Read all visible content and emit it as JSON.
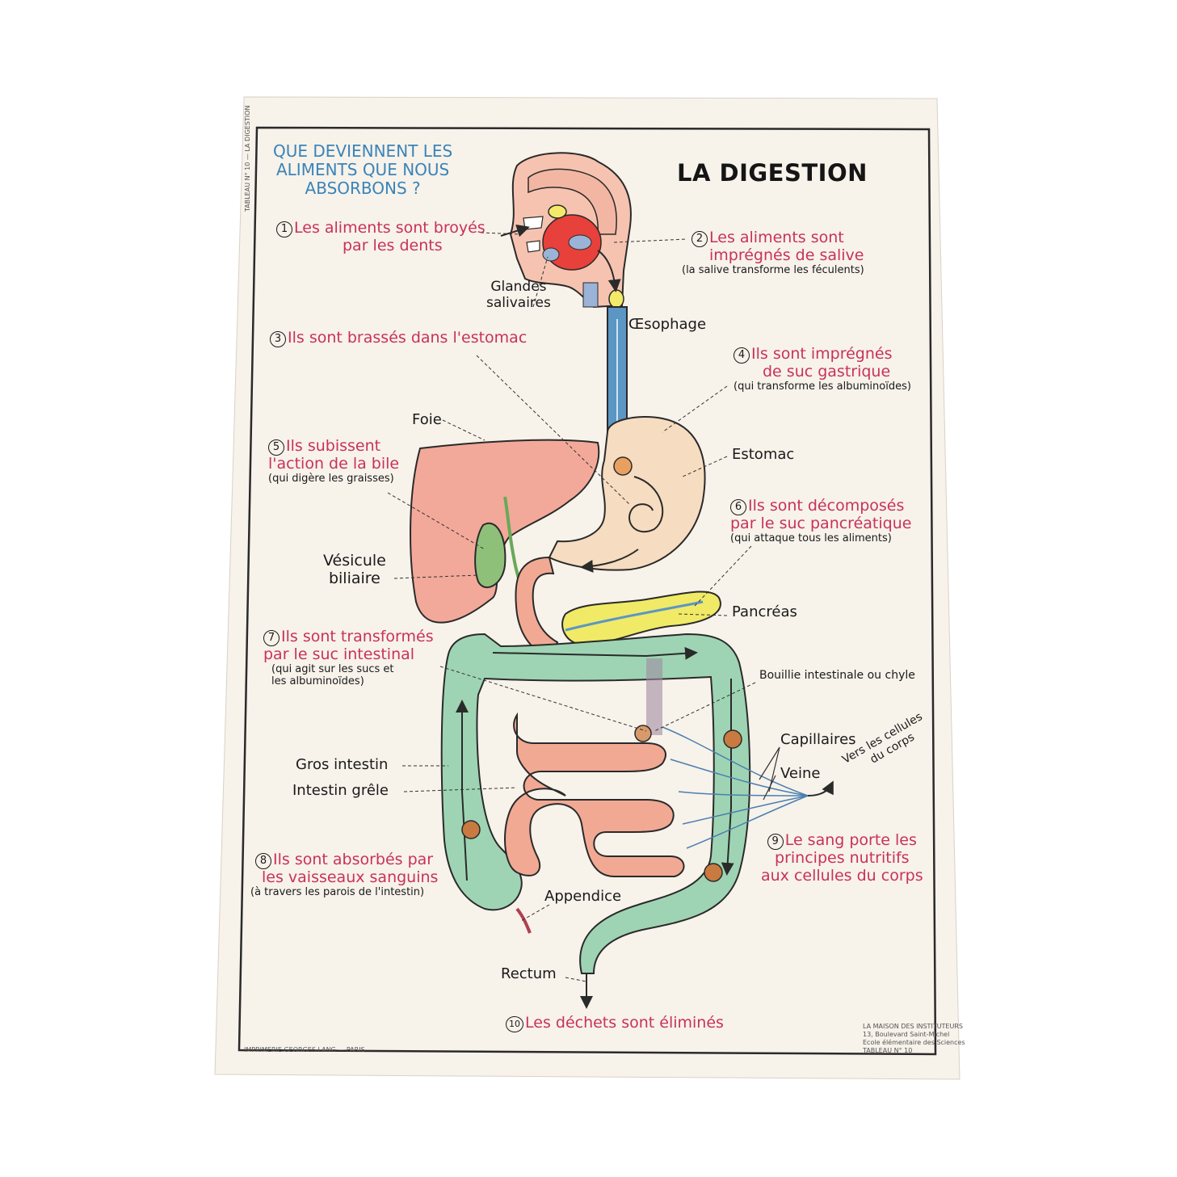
{
  "header": {
    "question": [
      "QUE DEVIENNENT LES",
      "ALIMENTS QUE NOUS",
      "ABSORBONS ?"
    ],
    "title": "LA DIGESTION",
    "side_text": "TABLEAU N° 10 — LA DIGESTION"
  },
  "steps": [
    {
      "num": "1",
      "lines": [
        "Les aliments sont broyés",
        "par les dents"
      ],
      "note": []
    },
    {
      "num": "2",
      "lines": [
        "Les aliments sont",
        "imprégnés de salive"
      ],
      "note": [
        "(la salive transforme les féculents)"
      ]
    },
    {
      "num": "3",
      "lines": [
        "Ils sont brassés dans l'estomac"
      ],
      "note": []
    },
    {
      "num": "4",
      "lines": [
        "Ils sont imprégnés",
        "de suc gastrique"
      ],
      "note": [
        "(qui transforme les albuminoïdes)"
      ]
    },
    {
      "num": "5",
      "lines": [
        "Ils subissent",
        "l'action de la bile"
      ],
      "note": [
        "(qui digère les graisses)"
      ]
    },
    {
      "num": "6",
      "lines": [
        "Ils sont décomposés",
        "par le suc pancréatique"
      ],
      "note": [
        "(qui attaque tous les aliments)"
      ]
    },
    {
      "num": "7",
      "lines": [
        "Ils sont transformés",
        "par le suc intestinal"
      ],
      "note": [
        "(qui agit sur les sucs et",
        "les albuminoïdes)"
      ]
    },
    {
      "num": "8",
      "lines": [
        "Ils sont absorbés par",
        "les vaisseaux sanguins"
      ],
      "note": [
        "(à travers les parois de l'intestin)"
      ]
    },
    {
      "num": "9",
      "lines": [
        "Le sang porte les",
        "principes nutritifs",
        "aux cellules du corps"
      ],
      "note": []
    },
    {
      "num": "10",
      "lines": [
        "Les déchets sont éliminés"
      ],
      "note": []
    }
  ],
  "organs": {
    "glandes": [
      "Glandes",
      "salivaires"
    ],
    "oesophage": "Œsophage",
    "foie": "Foie",
    "estomac": "Estomac",
    "vesicule": [
      "Vésicule",
      "biliaire"
    ],
    "pancreas": "Pancréas",
    "bouillie": "Bouillie intestinale ou chyle",
    "capillaires": "Capillaires",
    "veine": "Veine",
    "vers": [
      "Vers les cellules",
      "du corps"
    ],
    "gros": "Gros intestin",
    "grele": "Intestin grêle",
    "appendice": "Appendice",
    "rectum": "Rectum"
  },
  "footer": {
    "printer": "IMPRIMERIE GEORGES LANG — PARIS",
    "publisher": [
      "LA MAISON DES INSTITUTEURS",
      "13, Boulevard Saint-Michel",
      "Ecole élémentaire des Sciences",
      "TABLEAU N° 10"
    ]
  },
  "colors": {
    "stomach": "#f6dcc0",
    "liver": "#f2a99a",
    "gallbladder": "#8fc07a",
    "esophagus": "#5b96c4",
    "pancreas": "#f0ea66",
    "large_intestine": "#9ed4b4",
    "small_intestine": "#f1a994",
    "mouth": "#e8403a",
    "accent_red": "#c8325a",
    "question_blue": "#3a84b8"
  }
}
